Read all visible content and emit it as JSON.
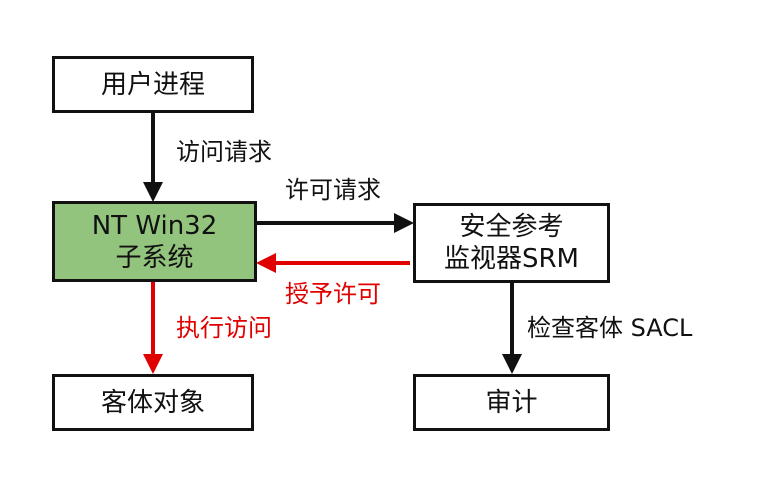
{
  "nodes": {
    "user_process": {
      "label": "用户进程"
    },
    "nt_subsystem": {
      "line1": "NT Win32",
      "line2": "子系统"
    },
    "srm": {
      "line1": "安全参考",
      "line2": "监视器SRM"
    },
    "object": {
      "label": "客体对象"
    },
    "audit": {
      "label": "审计"
    }
  },
  "edges": {
    "access_request": "访问请求",
    "permission_request": "许可请求",
    "grant_permission": "授予许可",
    "execute_access": "执行访问",
    "check_sacl": "检查客体 SACL"
  },
  "colors": {
    "highlight_fill": "#93c47d",
    "grant_arrow": "#e00000",
    "default_arrow": "#111111"
  }
}
